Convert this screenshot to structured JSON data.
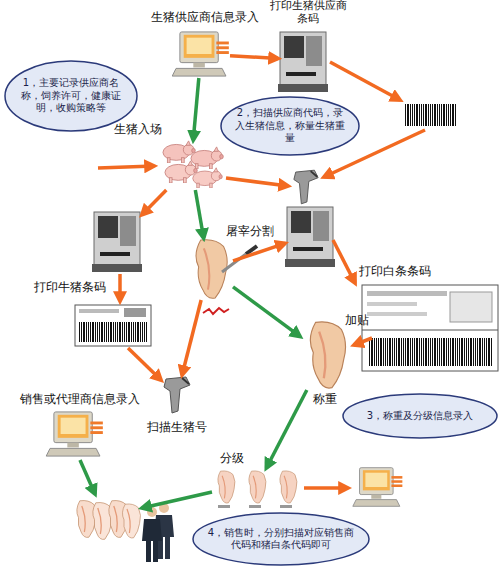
{
  "diagram": {
    "nodes": [
      {
        "text": [
          "生猪供应商信息录入"
        ]
      },
      {
        "text": [
          "打印生猪供应商条码"
        ]
      },
      {
        "text": [
          "1，主要记录供应商名称，饲养许可，健康证明，收购策略等"
        ]
      },
      {
        "text": [
          "2，扫描供应商代码，录入生猪信息，称量生猪重量"
        ]
      },
      {
        "text": [
          "生猪入场"
        ]
      },
      {
        "text": [
          "屠宰分割"
        ]
      },
      {
        "text": [
          "打印白条条码"
        ]
      },
      {
        "text": [
          "打印牛猪条码"
        ]
      },
      {
        "text": [
          "称重"
        ]
      },
      {
        "text": [
          "扫描生猪号"
        ]
      },
      {
        "text": [
          "3，称重及分级信息录入"
        ]
      },
      {
        "text": [
          "销售或代理商信息录入"
        ]
      },
      {
        "text": [
          "分级"
        ]
      },
      {
        "text": [
          "4，销售时，分别扫描对应销售商代码和猪白条代码即可"
        ]
      }
    ],
    "edges": [
      {
        "from": 0,
        "to": 1,
        "arrow": "to"
      },
      {
        "from": 0,
        "to": 4,
        "arrow": "to"
      },
      {
        "from": 4,
        "to": 7,
        "arrow": "to"
      },
      {
        "from": 4,
        "to": 5,
        "arrow": "to"
      },
      {
        "from": 5,
        "to": 6,
        "arrow": "to"
      },
      {
        "from": 5,
        "to": 9,
        "arrow": "to"
      },
      {
        "from": 5,
        "to": 8,
        "arrow": "to"
      },
      {
        "from": 8,
        "to": 12,
        "arrow": "to"
      }
    ],
    "labels": [
      "加贴"
    ]
  }
}
